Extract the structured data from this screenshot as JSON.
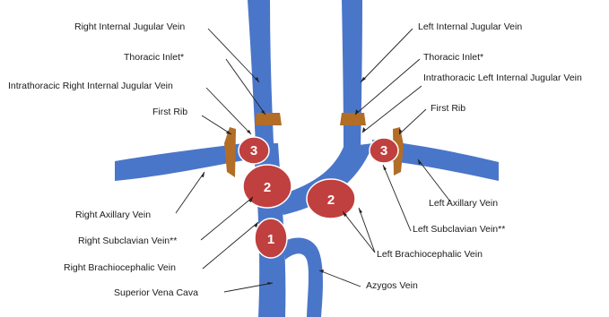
{
  "labels": {
    "right_internal_jugular": "Right Internal Jugular Vein",
    "left_internal_jugular": "Left Internal Jugular Vein",
    "thoracic_inlet_right": "Thoracic Inlet*",
    "thoracic_inlet_left": "Thoracic Inlet*",
    "intrathoracic_right_ij": "Intrathoracic Right Internal Jugular Vein",
    "intrathoracic_left_ij": "Intrathoracic Left Internal Jugular Vein",
    "first_rib_right": "First Rib",
    "first_rib_left": "First Rib",
    "left_axillary": "Left Axillary Vein",
    "right_axillary": "Right Axillary Vein",
    "left_subclavian": "Left Subclavian Vein**",
    "right_subclavian": "Right Subclavian Vein**",
    "left_brachiocephalic": "Left Brachiocephalic Vein",
    "right_brachiocephalic": "Right Brachiocephalic Vein",
    "superior_vena_cava": "Superior Vena Cava",
    "azygos": "Azygos Vein"
  },
  "zones": {
    "right_zone3": "3",
    "left_zone3": "3",
    "right_zone2": "2",
    "left_zone2": "2",
    "zone1": "1"
  },
  "colors": {
    "vein": "#4a76c9",
    "vein_dark": "#2f58a6",
    "zone_fill": "#c0403f",
    "zone_stroke": "#ffffff",
    "rib": "#b26d27",
    "leader": "#222222"
  }
}
